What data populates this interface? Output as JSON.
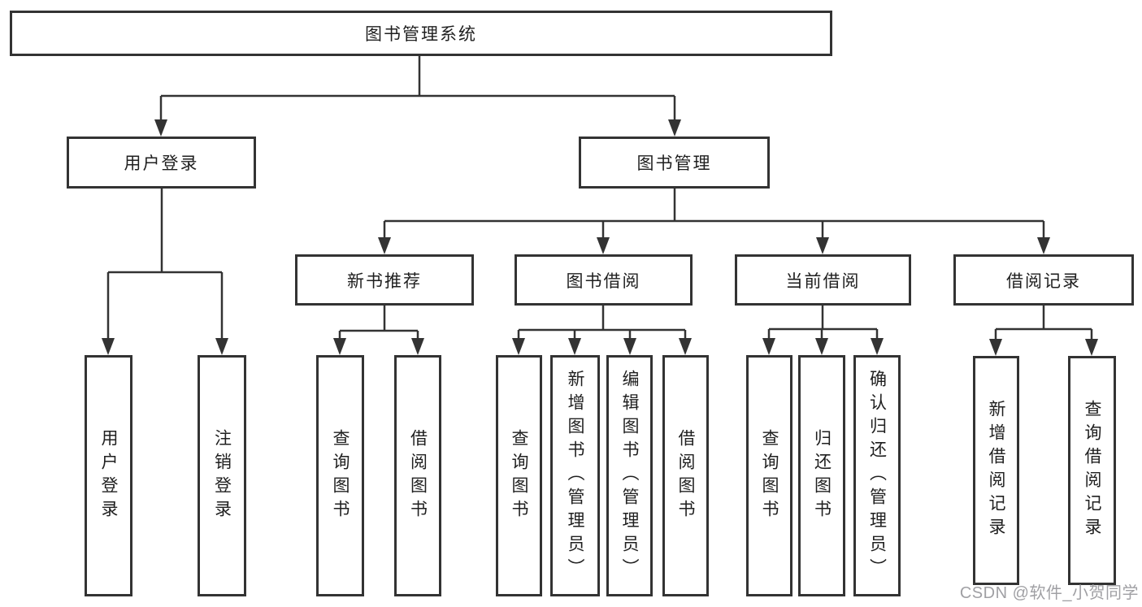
{
  "tree": {
    "root": {
      "label": "图书管理系统"
    },
    "branches": [
      {
        "label": "用户登录",
        "children": [
          {
            "label": "用户登录"
          },
          {
            "label": "注销登录"
          }
        ]
      },
      {
        "label": "图书管理",
        "groups": [
          {
            "label": "新书推荐",
            "children": [
              {
                "label": "查询图书"
              },
              {
                "label": "借阅图书"
              }
            ]
          },
          {
            "label": "图书借阅",
            "children": [
              {
                "label": "查询图书"
              },
              {
                "label": "新增图书（管理员）"
              },
              {
                "label": "编辑图书（管理员）"
              },
              {
                "label": "借阅图书"
              }
            ]
          },
          {
            "label": "当前借阅",
            "children": [
              {
                "label": "查询图书"
              },
              {
                "label": "归还图书"
              },
              {
                "label": "确认归还（管理员）"
              }
            ]
          },
          {
            "label": "借阅记录",
            "children": [
              {
                "label": "新增借阅记录"
              },
              {
                "label": "查询借阅记录"
              }
            ]
          }
        ]
      }
    ]
  },
  "watermark": {
    "text": "CSDN @软件_小贺同学"
  },
  "colors": {
    "line": "#333333",
    "box_border": "#333333",
    "text": "#1f1f1f",
    "background": "#ffffff",
    "watermark": "#a0a0a4"
  }
}
